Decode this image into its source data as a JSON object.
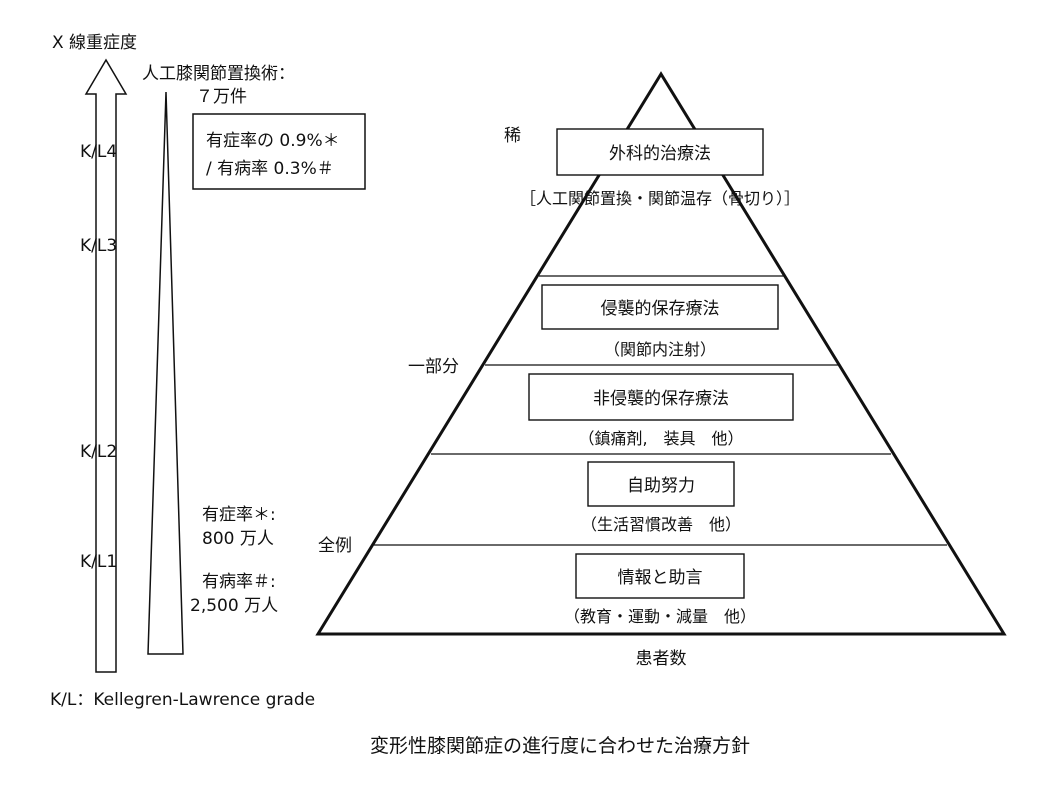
{
  "left_axis": {
    "title": "X 線重症度",
    "grades": [
      "K/L4",
      "K/L3",
      "K/L2",
      "K/L1"
    ],
    "footnote": "K/L：Kellegren-Lawrence grade"
  },
  "stats": {
    "tkr_line1": "人工膝関節置換術：",
    "tkr_line2": "７万件",
    "severe_rate_line1": "有症率の 0.9%＊",
    "severe_rate_line2": "/ 有病率 0.3%＃",
    "symptomatic_label": "有症率＊:",
    "symptomatic_value": "800 万人",
    "prevalence_label": "有病率＃:",
    "prevalence_value": "2,500 万人"
  },
  "pyramid": {
    "side_labels": {
      "rare": "稀",
      "partial": "一部分",
      "all": "全例"
    },
    "bottom_label": "患者数",
    "tiers": [
      {
        "title": "外科的治療法",
        "detail": "［人工関節置換・関節温存（骨切り）］"
      },
      {
        "title": "侵襲的保存療法",
        "detail": "（関節内注射）"
      },
      {
        "title": "非侵襲的保存療法",
        "detail": "（鎮痛剤,　装具　他）"
      },
      {
        "title": "自助努力",
        "detail": "（生活習慣改善　他）"
      },
      {
        "title": "情報と助言",
        "detail": "（教育・運動・減量　他）"
      }
    ]
  },
  "caption": "変形性膝関節症の進行度に合わせた治療方針"
}
